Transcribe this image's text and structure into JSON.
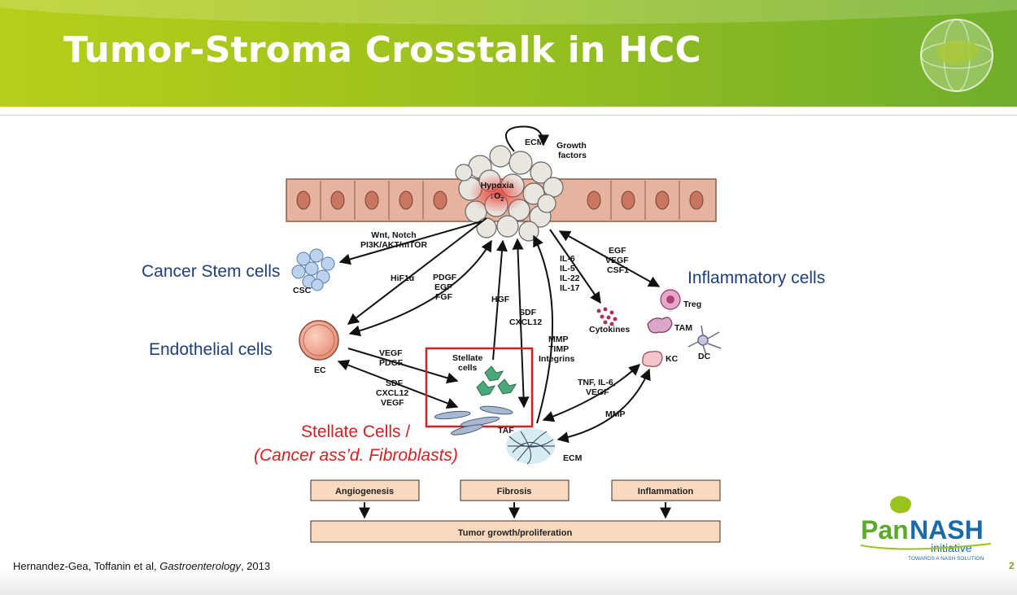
{
  "slide": {
    "title": "Tumor-Stroma Crosstalk in HCC",
    "page_number": "2"
  },
  "citation": {
    "authors": "Hernandez-Gea, Toffanin et al, ",
    "journal": "Gastroenterology",
    "year": ", 2013"
  },
  "logo": {
    "pan": "Pan",
    "nash": "NASH",
    "initiative": "initiative",
    "tagline": "TOWARDS A NASH SOLUTION"
  },
  "diagram": {
    "ecm_top": "ECM",
    "growth": "Growth",
    "factors": "factors",
    "hypoxia": "Hypoxia",
    "o2": "O",
    "o2_sub": "2",
    "wnt1": "Wnt, Notch",
    "wnt2": "PI3K/AKT/mTOR",
    "csc": "CSC",
    "hif": "HiF1α",
    "pdgf": "PDGF",
    "egf": "EGF",
    "fgf": "FGF",
    "hgf": "HGF",
    "sdf": "SDF",
    "cxcl12": "CXCL12",
    "il6": "IL-6",
    "il5": "IL-5",
    "il22": "IL-22",
    "il17": "IL-17",
    "egf_r": "EGF",
    "vegf_r": "VEGF",
    "csf1": "CSF1",
    "cytokines": "Cytokines",
    "treg": "Treg",
    "tam": "TAM",
    "dc": "DC",
    "kc": "KC",
    "ec": "EC",
    "vegf_m": "VEGF",
    "pdgf_m": "PDGF",
    "sdf_m": "SDF",
    "cxcl12_m": "CXCL12",
    "vegf_m2": "VEGF",
    "stellate1": "Stellate",
    "stellate2": "cells",
    "taf": "TAF",
    "mmp": "MMP",
    "timp": "TIMP",
    "integrins": "Integrins",
    "tnf": "TNF, IL-6,",
    "vegf_tnf": "VEGF",
    "mmp2": "MMP",
    "ecm_bottom": "ECM",
    "cancer_stem": "Cancer Stem cells",
    "endothelial": "Endothelial cells",
    "inflammatory": "Inflammatory cells",
    "stellate_big1": "Stellate Cells /",
    "stellate_big2": "(Cancer ass’d. Fibroblasts)",
    "box_angio": "Angiogenesis",
    "box_fibrosis": "Fibrosis",
    "box_inflammation": "Inflammation",
    "box_tumor": "Tumor growth/proliferation"
  },
  "colors": {
    "banner": "#9cc21e",
    "accent_blue": "#1e3f7a",
    "accent_red": "#d42020",
    "box_fill": "#f9d9bd"
  }
}
